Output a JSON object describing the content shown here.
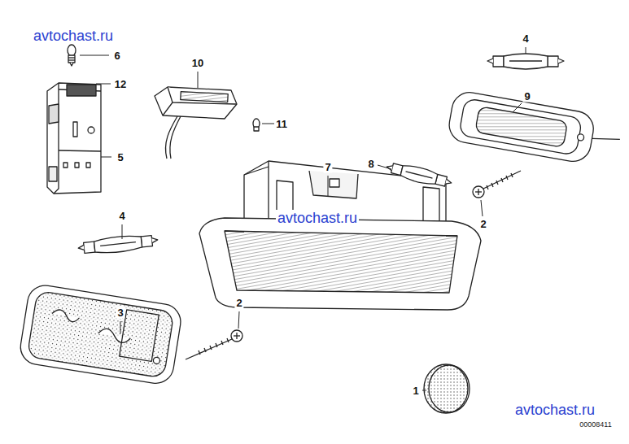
{
  "diagram": {
    "labels": [
      "avtochast.ru",
      "6",
      "10",
      "4",
      "12",
      "11",
      "9",
      "5",
      "7",
      "8",
      "avtochast.ru",
      "2",
      "4",
      "3",
      "2",
      "1",
      "avtochast.ru",
      "00008411"
    ]
  }
}
